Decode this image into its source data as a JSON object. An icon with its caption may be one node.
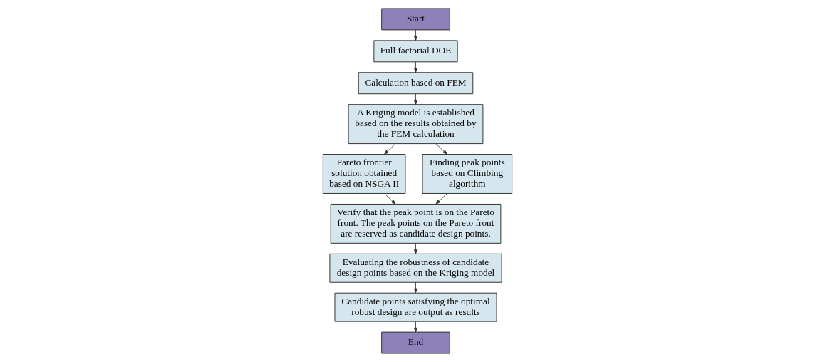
{
  "diagram": {
    "nodes": [
      {
        "text": [
          "Start"
        ]
      },
      {
        "text": [
          "Full factorial DOE"
        ]
      },
      {
        "text": [
          "Calculation based on FEM"
        ]
      },
      {
        "text": [
          "A Kriging model is established based on the results obtained by the FEM calculation"
        ]
      },
      {
        "text": [
          "Pareto frontier solution obtained based on NSGA II"
        ]
      },
      {
        "text": [
          "Finding peak points based on Climbing algorithm"
        ]
      },
      {
        "text": [
          "Verify that the peak point is on the Pareto front. The peak points on the Pareto front are reserved as candidate design points."
        ]
      },
      {
        "text": [
          "Evaluating the robustness of candidate design points based on the Kriging model"
        ]
      },
      {
        "text": [
          "Candidate points satisfying the optimal robust design are output as results"
        ]
      },
      {
        "text": [
          "End"
        ]
      }
    ],
    "edges": [
      {
        "from": 0,
        "to": 1,
        "arrow": "to"
      },
      {
        "from": 1,
        "to": 2,
        "arrow": "to"
      },
      {
        "from": 2,
        "to": 3,
        "arrow": "to"
      },
      {
        "from": 3,
        "to": 4,
        "arrow": "to"
      },
      {
        "from": 3,
        "to": 5,
        "arrow": "to"
      },
      {
        "from": 4,
        "to": 6,
        "arrow": "to"
      },
      {
        "from": 5,
        "to": 6,
        "arrow": "to"
      },
      {
        "from": 6,
        "to": 7,
        "arrow": "to"
      },
      {
        "from": 7,
        "to": 8,
        "arrow": "to"
      },
      {
        "from": 8,
        "to": 9,
        "arrow": "to"
      }
    ]
  }
}
